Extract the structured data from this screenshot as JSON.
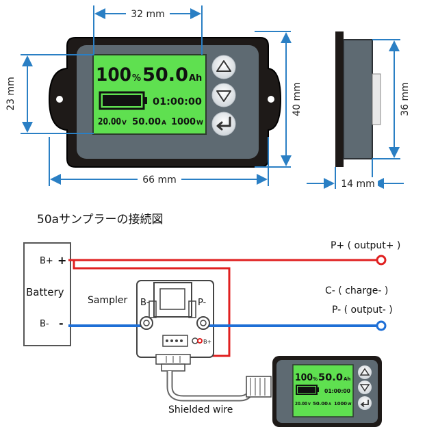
{
  "dimensions": {
    "width_label": "32 mm",
    "height_label": "23 mm",
    "body_height_label": "40 mm",
    "total_width_label": "66 mm",
    "side_height_label": "36 mm",
    "depth_label": "14 mm"
  },
  "lcd": {
    "percent_value": "100",
    "percent_unit": "%",
    "capacity_value": "50.0",
    "capacity_unit": "Ah",
    "time": "01:00:00",
    "voltage_value": "20.00",
    "voltage_unit": "V",
    "current_value": "50.00",
    "current_unit": "A",
    "power_value": "1000",
    "power_unit": "W"
  },
  "section_title": "50aサンプラーの接続図",
  "wiring": {
    "battery_label": "Battery",
    "battery_pos": "B+",
    "battery_pos_sign": "+",
    "battery_neg": "B-",
    "battery_neg_sign": "-",
    "sampler_label": "Sampler",
    "sampler_bminus": "B-",
    "sampler_pminus": "P-",
    "sampler_bplus": "B+",
    "p_plus_label": "P+ ( output+ )",
    "c_minus_label": "C- ( charge- )",
    "p_minus_label": "P- ( output- )",
    "shielded_wire_label": "Shielded wire"
  },
  "colors": {
    "lcd_green": "#5fe050",
    "bezel": "#5e6a72",
    "case": "#1e1a18",
    "dimension_blue": "#2a7fc4",
    "wire_red": "#e02020",
    "wire_blue": "#1e6fd6"
  }
}
